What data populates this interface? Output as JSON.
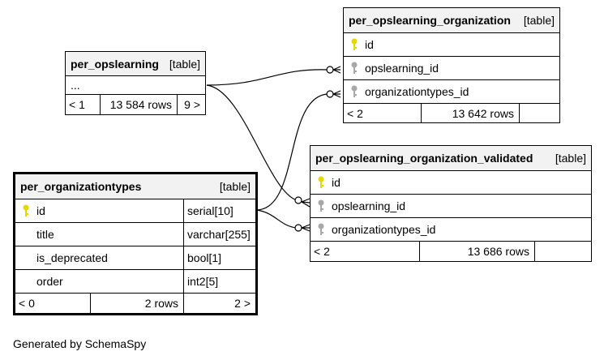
{
  "tables": {
    "opslearning": {
      "name": "per_opslearning",
      "kind": "[table]",
      "ellipsis": "...",
      "footer": {
        "parents": "< 1",
        "rows": "13 584 rows",
        "children": "9 >"
      }
    },
    "org": {
      "name": "per_opslearning_organization",
      "kind": "[table]",
      "columns": [
        "id",
        "opslearning_id",
        "organizationtypes_id"
      ],
      "footer": {
        "parents": "< 2",
        "rows": "13 642 rows",
        "children": ""
      }
    },
    "validated": {
      "name": "per_opslearning_organization_validated",
      "kind": "[table]",
      "columns": [
        "id",
        "opslearning_id",
        "organizationtypes_id"
      ],
      "footer": {
        "parents": "< 2",
        "rows": "13 686 rows",
        "children": ""
      }
    },
    "orgtypes": {
      "name": "per_organizationtypes",
      "kind": "[table]",
      "columns": [
        {
          "name": "id",
          "type": "serial[10]"
        },
        {
          "name": "title",
          "type": "varchar[255]"
        },
        {
          "name": "is_deprecated",
          "type": "bool[1]"
        },
        {
          "name": "order",
          "type": "int2[5]"
        }
      ],
      "footer": {
        "parents": "< 0",
        "rows": "2 rows",
        "children": "2 >"
      }
    }
  },
  "footer_note": "Generated by SchemaSpy",
  "colors": {
    "primary_key": "#e6d800",
    "foreign_key": "#a8a8a8",
    "header_bg": "#f2f2f2"
  }
}
